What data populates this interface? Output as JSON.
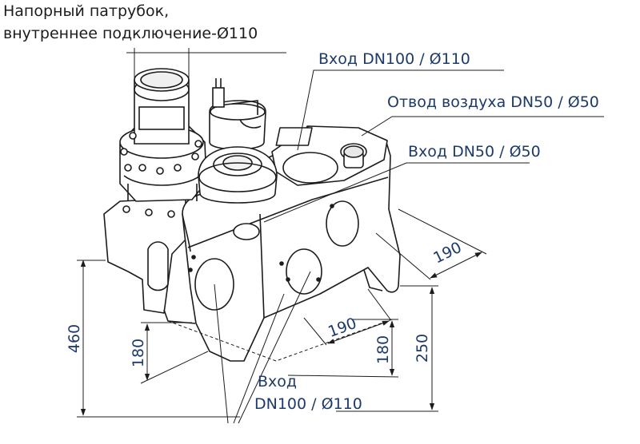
{
  "callouts": {
    "discharge_line1": "Напорный патрубок,",
    "discharge_line2": "внутреннее подключение-Ø110",
    "inlet_dn100_top": "Вход DN100 / Ø110",
    "air_vent": "Отвод воздуха DN50 / Ø50",
    "inlet_dn50": "Вход DN50 / Ø50",
    "inlet_bottom_line1": "Вход",
    "inlet_bottom_line2": "DN100 / Ø110"
  },
  "dimensions": {
    "d460": "460",
    "d180_left": "180",
    "d190_side": "190",
    "d190_bottom": "190",
    "d180_right": "180",
    "d250": "250"
  },
  "colors": {
    "line_art": "#1c1c1c",
    "label_blue": "#1c3a6b"
  }
}
